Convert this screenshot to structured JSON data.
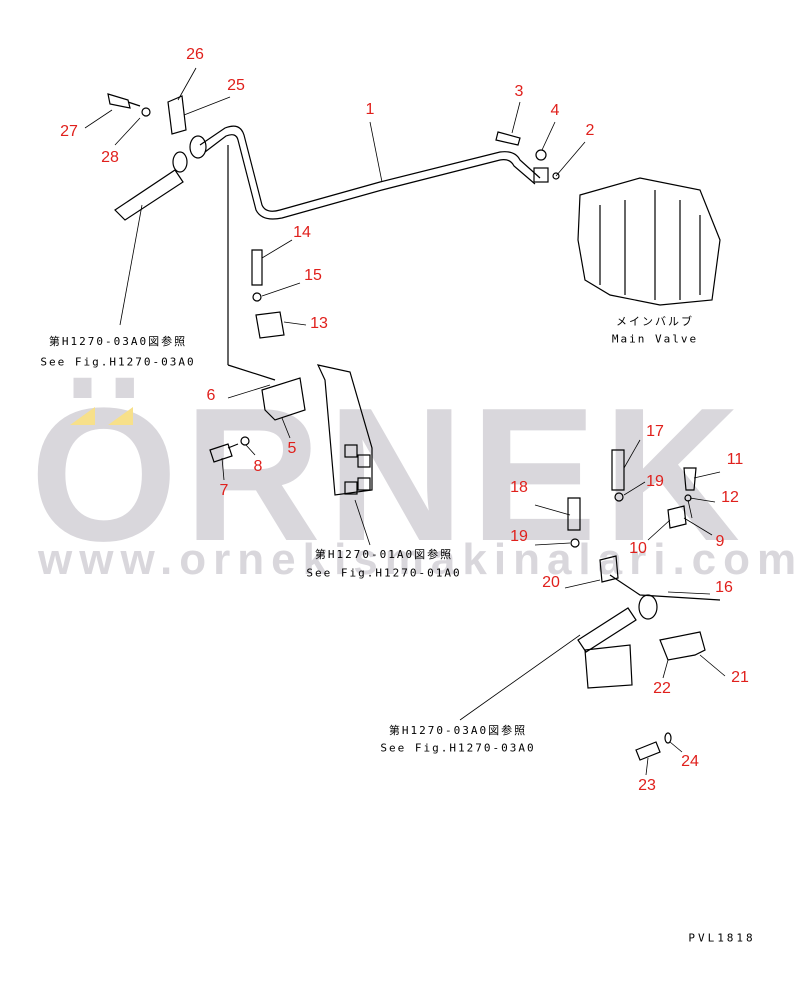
{
  "watermark": {
    "logo": "ÖRNEK",
    "url": "www.ornekismakinalari.com.tr",
    "accent_color": "#f7e08a"
  },
  "callouts": [
    "1",
    "2",
    "3",
    "4",
    "5",
    "6",
    "7",
    "8",
    "9",
    "10",
    "11",
    "12",
    "13",
    "14",
    "15",
    "16",
    "17",
    "18",
    "19",
    "19",
    "20",
    "21",
    "22",
    "23",
    "24",
    "25",
    "26",
    "27",
    "28"
  ],
  "references": {
    "upper_left": {
      "jp": "第H1270-03A0図参照",
      "en": "See Fig.H1270-03A0"
    },
    "middle": {
      "jp": "第H1270-01A0図参照",
      "en": "See Fig.H1270-01A0"
    },
    "lower": {
      "jp": "第H1270-03A0図参照",
      "en": "See Fig.H1270-03A0"
    }
  },
  "main_valve": {
    "jp": "メインバルブ",
    "en": "Main Valve"
  },
  "drawing_code": "PVL1818"
}
